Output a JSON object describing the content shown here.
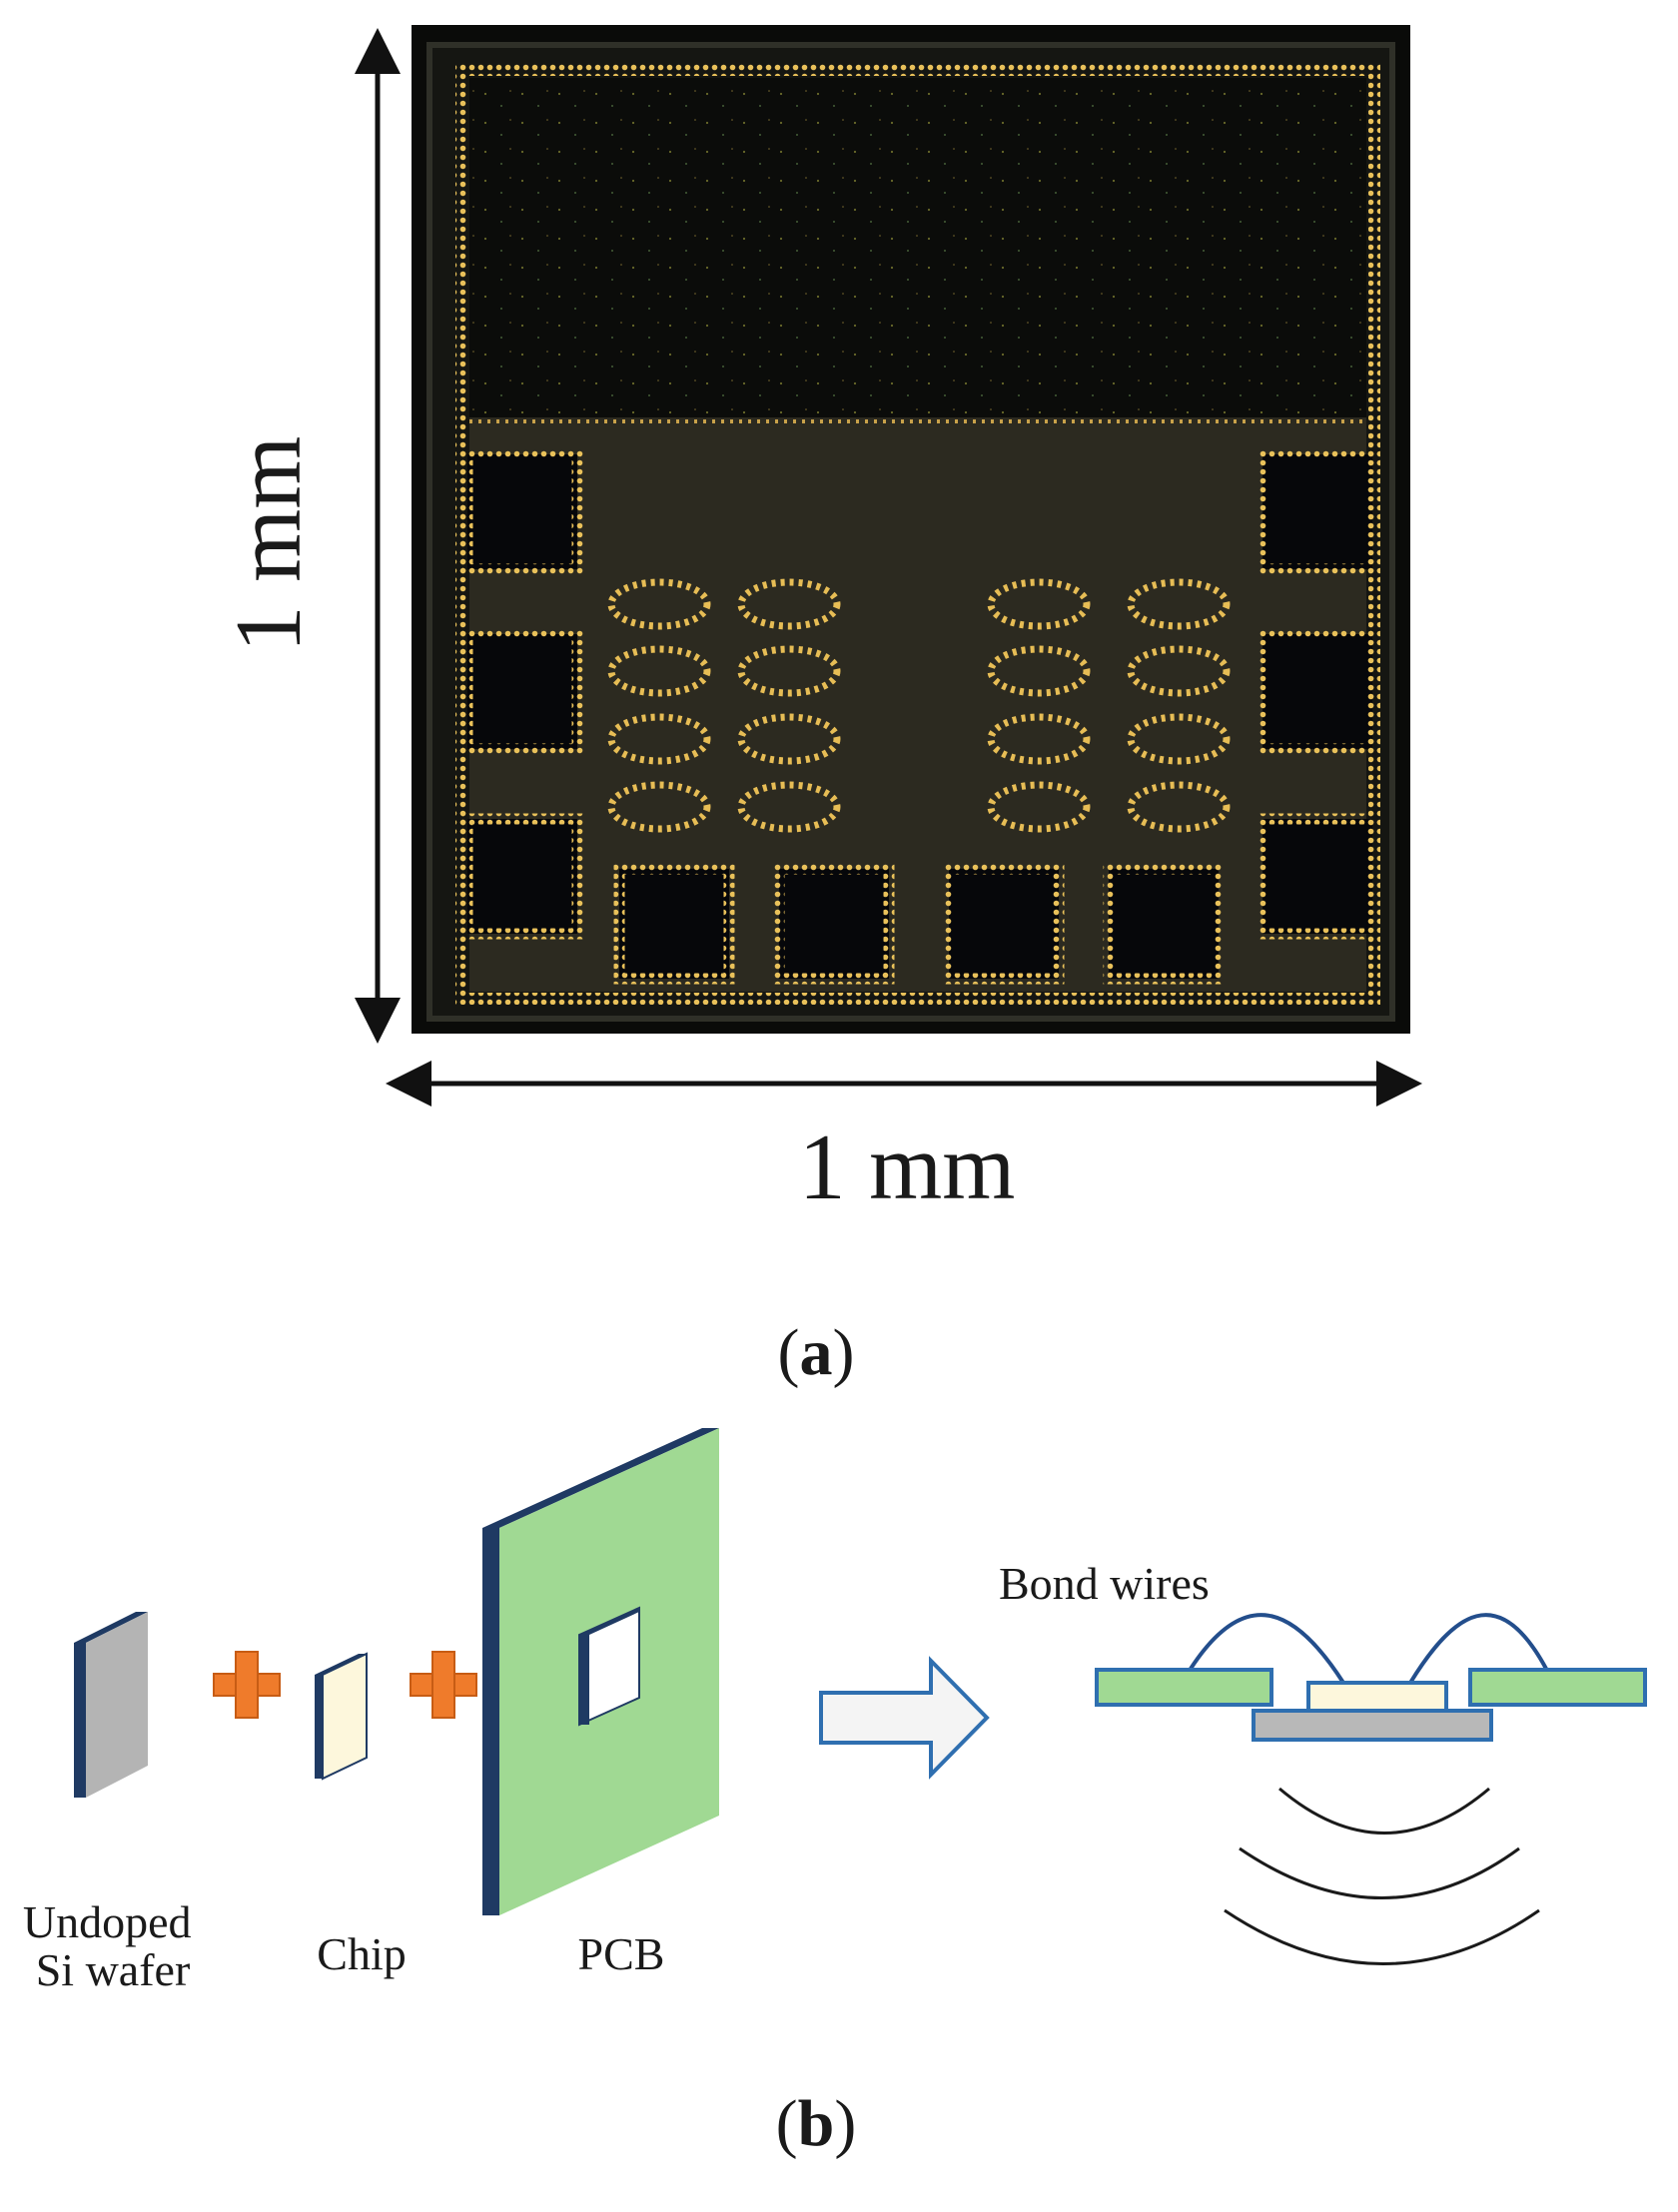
{
  "panel_a": {
    "vertical_dimension": "1 mm",
    "horizontal_dimension": "1 mm",
    "caption": {
      "open": "(",
      "letter": "a",
      "close": ")"
    }
  },
  "panel_b": {
    "labels": {
      "wafer_line1": "Undoped",
      "wafer_line2": "Si wafer",
      "chip": "Chip",
      "pcb": "PCB",
      "bond_wires": "Bond wires"
    },
    "caption": {
      "open": "(",
      "letter": "b",
      "close": ")"
    }
  },
  "colors": {
    "pcb_green": "#a0d993",
    "dark_navy": "#1f3a63",
    "plus_orange": "#ef7b2b",
    "wafer_gray": "#b4b4b4",
    "chip_cream": "#fdf7dc",
    "wire_blue": "#234e8c"
  }
}
